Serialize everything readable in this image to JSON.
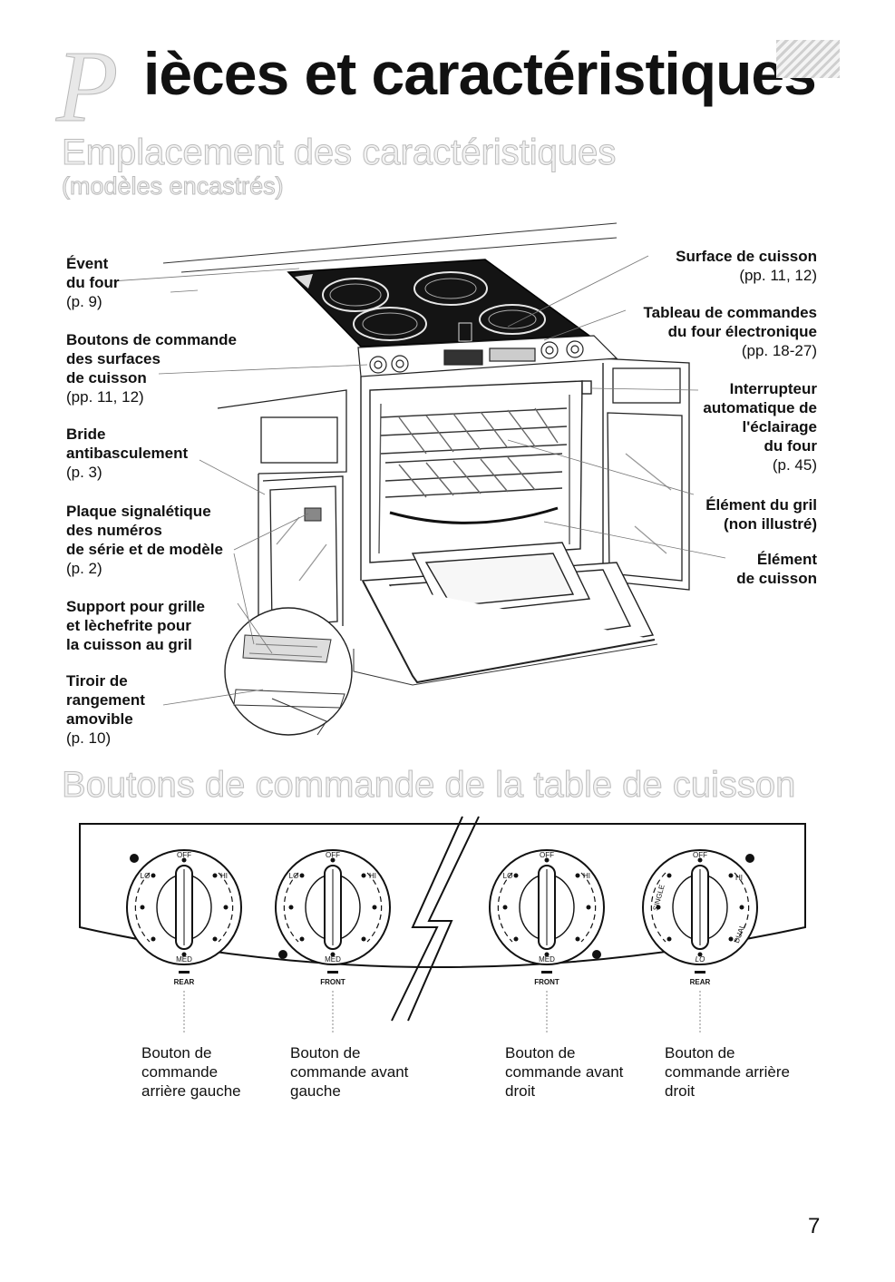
{
  "header": {
    "initial": "P",
    "title": "ièces et caractéristiques"
  },
  "section_features": {
    "title": "Emplacement des caractéristiques",
    "subtitle": "(modèles encastrés)",
    "callouts_left": [
      {
        "name": "Évent\ndu four",
        "page": "(p. 9)"
      },
      {
        "name": "Boutons de commande\ndes surfaces\nde cuisson",
        "page": "(pp. 11, 12)"
      },
      {
        "name": "Bride\nantibasculement",
        "page": "(p. 3)"
      },
      {
        "name": "Plaque signalétique\ndes numéros\nde série et de modèle",
        "page": "(p. 2)"
      },
      {
        "name": "Support pour grille\net lèchefrite pour\nla cuisson au gril",
        "page": ""
      },
      {
        "name": "Tiroir de\nrangement\namovible",
        "page": "(p. 10)"
      }
    ],
    "callouts_right": [
      {
        "name": "Surface de cuisson",
        "page": "(pp. 11, 12)"
      },
      {
        "name": "Tableau de commandes\ndu four électronique",
        "page": "(pp. 18-27)"
      },
      {
        "name": "Interrupteur\nautomatique de\nl'éclairage\ndu four",
        "page": "(p. 45)"
      },
      {
        "name": "Élément du gril\n(non illustré)",
        "page": ""
      },
      {
        "name": "Élément\nde cuisson",
        "page": ""
      }
    ]
  },
  "section_knobs": {
    "title": "Boutons de commande de la table de cuisson",
    "dial_text": {
      "off": "OFF",
      "lo": "LO",
      "med": "MED",
      "hi": "HI",
      "single": "SINGLE",
      "dual": "DUAL"
    },
    "positions": [
      "REAR",
      "FRONT",
      "FRONT",
      "REAR"
    ],
    "captions": [
      "Bouton de\ncommande\narrière gauche",
      "Bouton de\ncommande avant\ngauche",
      "Bouton de\ncommande avant\ndroit",
      "Bouton de\ncommande arrière\ndroit"
    ]
  },
  "page_number": "7"
}
